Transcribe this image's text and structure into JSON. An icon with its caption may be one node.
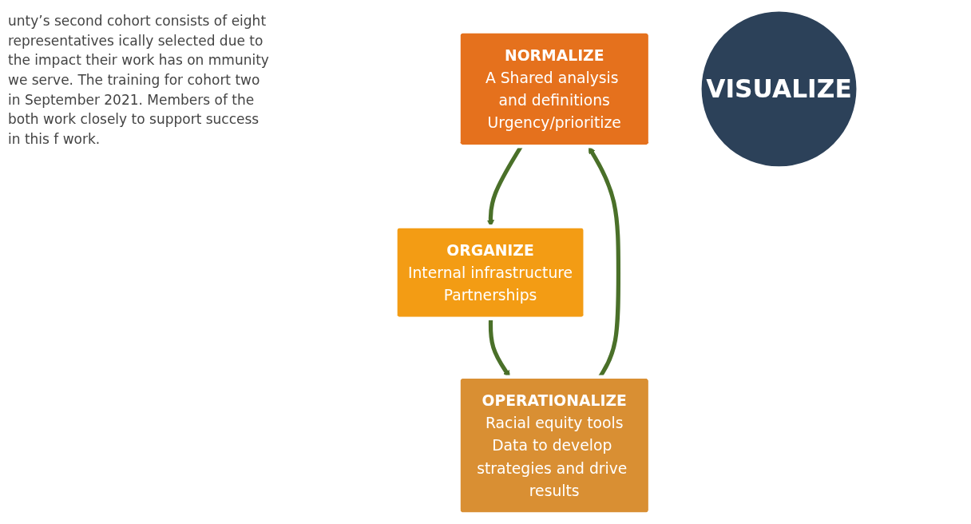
{
  "diagram": {
    "nodes": [
      {
        "text": [
          "NORMALIZE",
          "A Shared analysis and definitions",
          "Urgency/prioritize"
        ]
      },
      {
        "text": [
          "OPERATIONALIZE",
          "Racial equity tools",
          "Data to develop strategies and drive results"
        ]
      },
      {
        "text": [
          "VISUALIZE"
        ]
      },
      {
        "text": [
          "ORGANIZE",
          "Internal infrastructure",
          "Partnerships"
        ]
      }
    ],
    "edges": [
      {
        "from": 1,
        "to": 0,
        "arrow": "to"
      },
      {
        "from": 0,
        "to": 3,
        "arrow": "to"
      },
      {
        "from": 3,
        "to": 1,
        "arrow": "to"
      }
    ],
    "labels": [
      "unty’s second cohort consists of eight representatives ically selected due to the impact their work has on mmunity we serve. The training for cohort two in September 2021. Members of the both work closely to support success in this f work."
    ]
  }
}
